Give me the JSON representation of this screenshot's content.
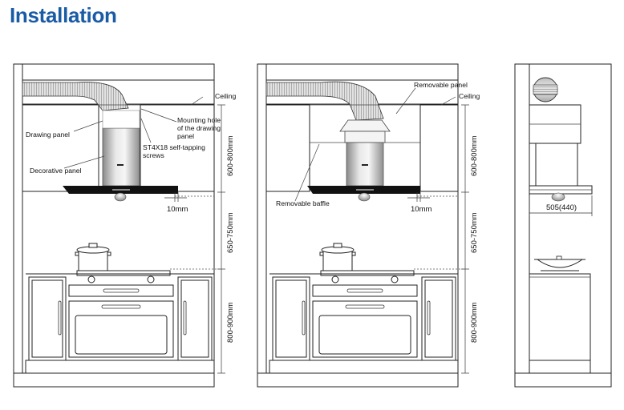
{
  "title": "Installation",
  "panel_left": {
    "ceiling": "Ceiling",
    "drawing_panel": "Drawing panel",
    "mounting_hole": [
      "Mounting hole",
      "of the drawing",
      "panel"
    ],
    "screws": [
      "ST4X18 self-tapping",
      "screws"
    ],
    "decorative_panel": "Decorative panel",
    "gap": "10mm",
    "dim_hood": "600-800mm",
    "dim_mid": "650-750mm",
    "dim_base": "800-900mm"
  },
  "panel_middle": {
    "removable_panel": "Removable panel",
    "ceiling": "Ceiling",
    "removable_baffle": "Removable baffle",
    "gap": "10mm",
    "dim_hood": "600-800mm",
    "dim_mid": "650-750mm",
    "dim_base": "800-900mm"
  },
  "panel_right": {
    "depth": "505(440)"
  }
}
